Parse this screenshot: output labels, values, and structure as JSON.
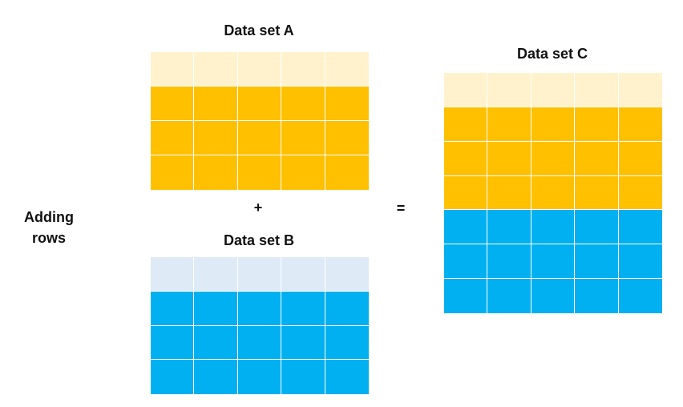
{
  "labels": {
    "side": "Adding rows",
    "set_a": "Data set A",
    "set_b": "Data set B",
    "set_c": "Data set C",
    "plus": "+",
    "equals": "="
  },
  "colors": {
    "orange_header": "#FFF2CC",
    "orange": "#FFC000",
    "blue_header": "#DEEAF6",
    "blue": "#00B0F0"
  },
  "tables": {
    "a": {
      "columns": 5,
      "rows": [
        "orange_header",
        "orange",
        "orange",
        "orange"
      ]
    },
    "b": {
      "columns": 5,
      "rows": [
        "blue_header",
        "blue",
        "blue",
        "blue"
      ]
    },
    "c": {
      "columns": 5,
      "rows": [
        "orange_header",
        "orange",
        "orange",
        "orange",
        "blue",
        "blue",
        "blue"
      ]
    }
  }
}
